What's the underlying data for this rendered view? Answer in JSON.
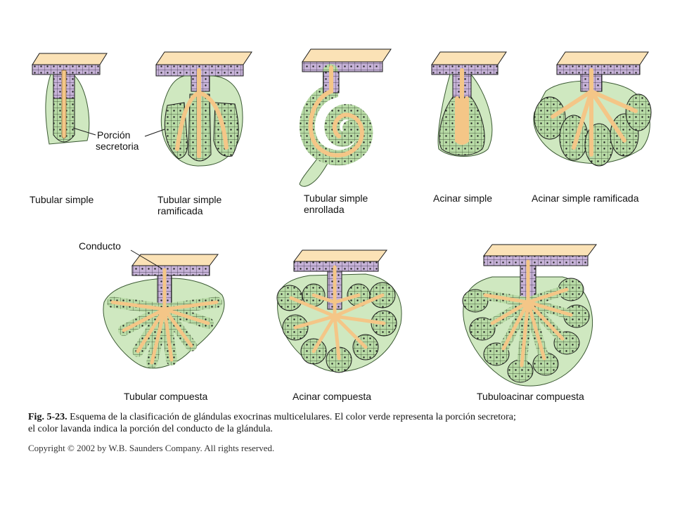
{
  "colors": {
    "surface": "#f7cf92",
    "duct": "#c7b3d8",
    "secretory": "#b8dba6",
    "lumen": "#f4c687",
    "outline": "#1a1a1a"
  },
  "labels": {
    "tubular_simple": "Tubular simple",
    "tubular_branched_1": "Tubular simple",
    "tubular_branched_2": "ramificada",
    "tubular_coiled_1": "Tubular simple",
    "tubular_coiled_2": "enrollada",
    "acinar_simple": "Acinar simple",
    "acinar_branched": "Acinar simple ramificada",
    "tubular_compound": "Tubular compuesta",
    "acinar_compound": "Acinar compuesta",
    "tubuloacinar_compound": "Tubuloacinar compuesta"
  },
  "callouts": {
    "secretory_1": "Porción",
    "secretory_2": "secretoria",
    "duct": "Conducto"
  },
  "caption": {
    "fig_number": "Fig. 5-23.",
    "line1": "Esquema de la clasificación de glándulas exocrinas multicelulares. El color verde representa la porción secretora;",
    "line2": "el color lavanda indica la porción del conducto de la glándula."
  },
  "copyright": "Copyright © 2002 by W.B. Saunders Company. All rights reserved."
}
